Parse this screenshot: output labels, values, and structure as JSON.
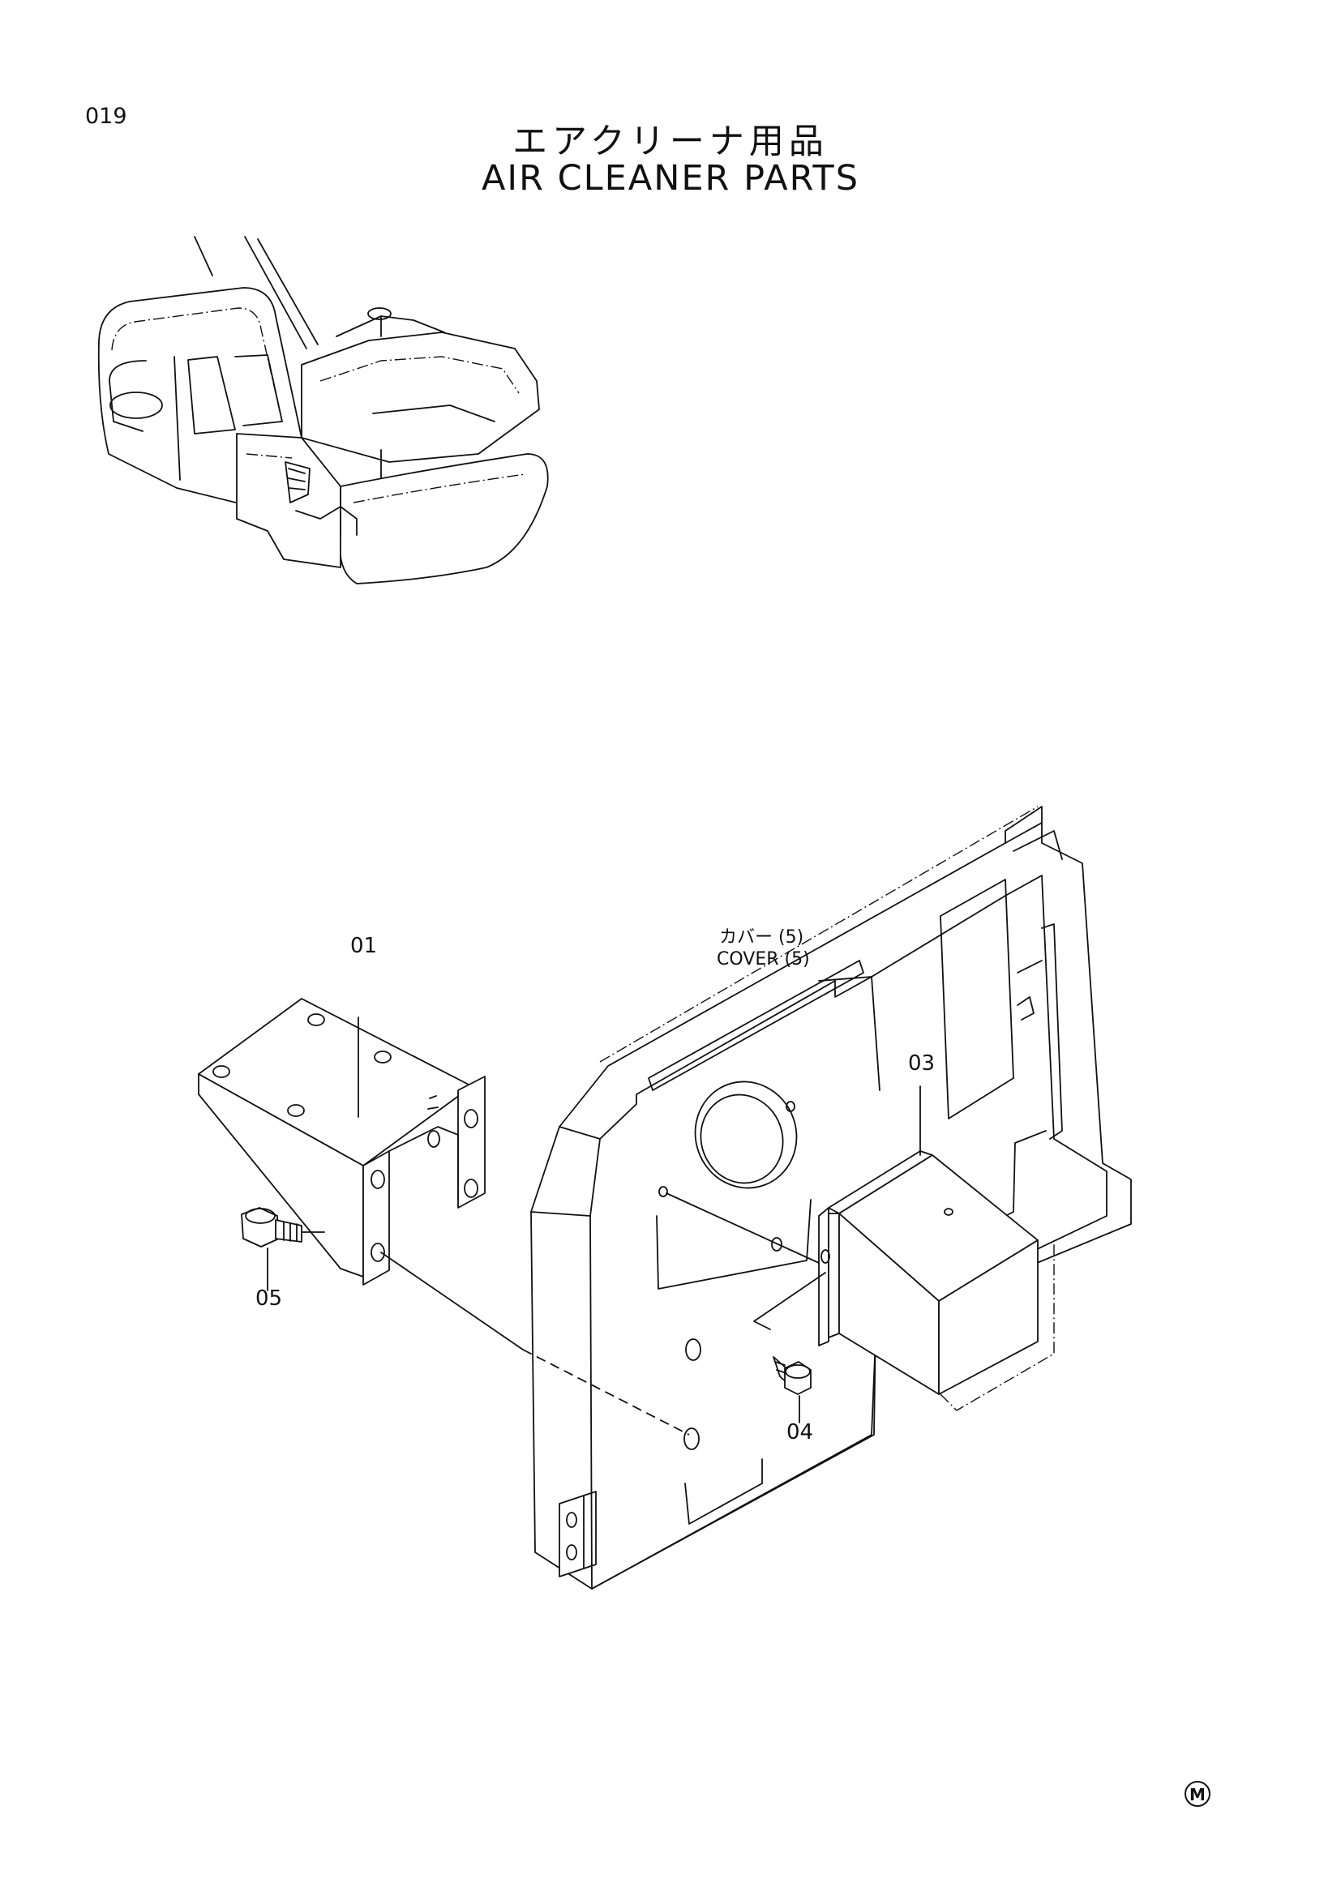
{
  "page_number": "019",
  "title": {
    "japanese": "エアクリーナ用品",
    "english": "AIR CLEANER PARTS"
  },
  "callouts": [
    {
      "id": "01"
    },
    {
      "id": "03"
    },
    {
      "id": "04"
    },
    {
      "id": "05"
    }
  ],
  "reference": {
    "japanese": "カバー (5)",
    "english": "COVER (5)"
  },
  "mark": "M"
}
